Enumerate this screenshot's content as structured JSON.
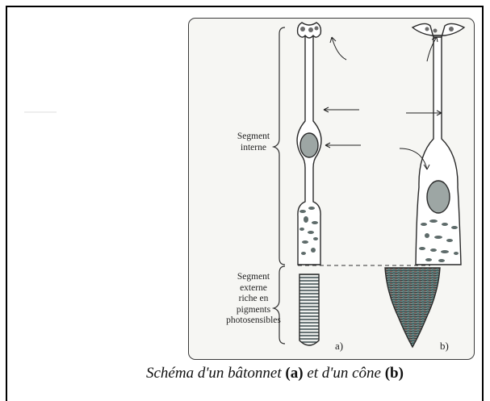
{
  "diagram": {
    "labels": {
      "inner_segment": "Segment\ninterne",
      "outer_segment": "Segment\nexterne\nriche en\npigments\nphotosensibles",
      "rod_marker": "a)",
      "cone_marker": "b)"
    }
  },
  "caption": {
    "part1": "Schéma d'un bâtonnet ",
    "a": "(a)",
    "part2": " et d'un cône ",
    "b": "(b)"
  },
  "colors": {
    "line": "#2a2a2a",
    "panel": "#f6f6f3",
    "pigment_dark": "#3d4f52",
    "pigment_teal": "#5f8a86",
    "pigment_red": "#a0433c"
  }
}
